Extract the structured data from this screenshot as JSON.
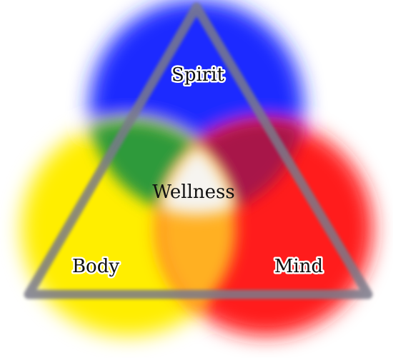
{
  "labels": {
    "top": "Spirit",
    "center": "Wellness",
    "bottom_left": "Body",
    "bottom_right": "Mind"
  },
  "colors": {
    "spirit": "#1f2bff",
    "body": "#ffee00",
    "mind": "#ff1a1a",
    "spirit_body_overlap": "#2f9a3a",
    "spirit_mind_overlap": "#a8124a",
    "body_mind_overlap": "#ffb020",
    "center": "#f6f4f0",
    "triangle": "#7a7a8a"
  }
}
